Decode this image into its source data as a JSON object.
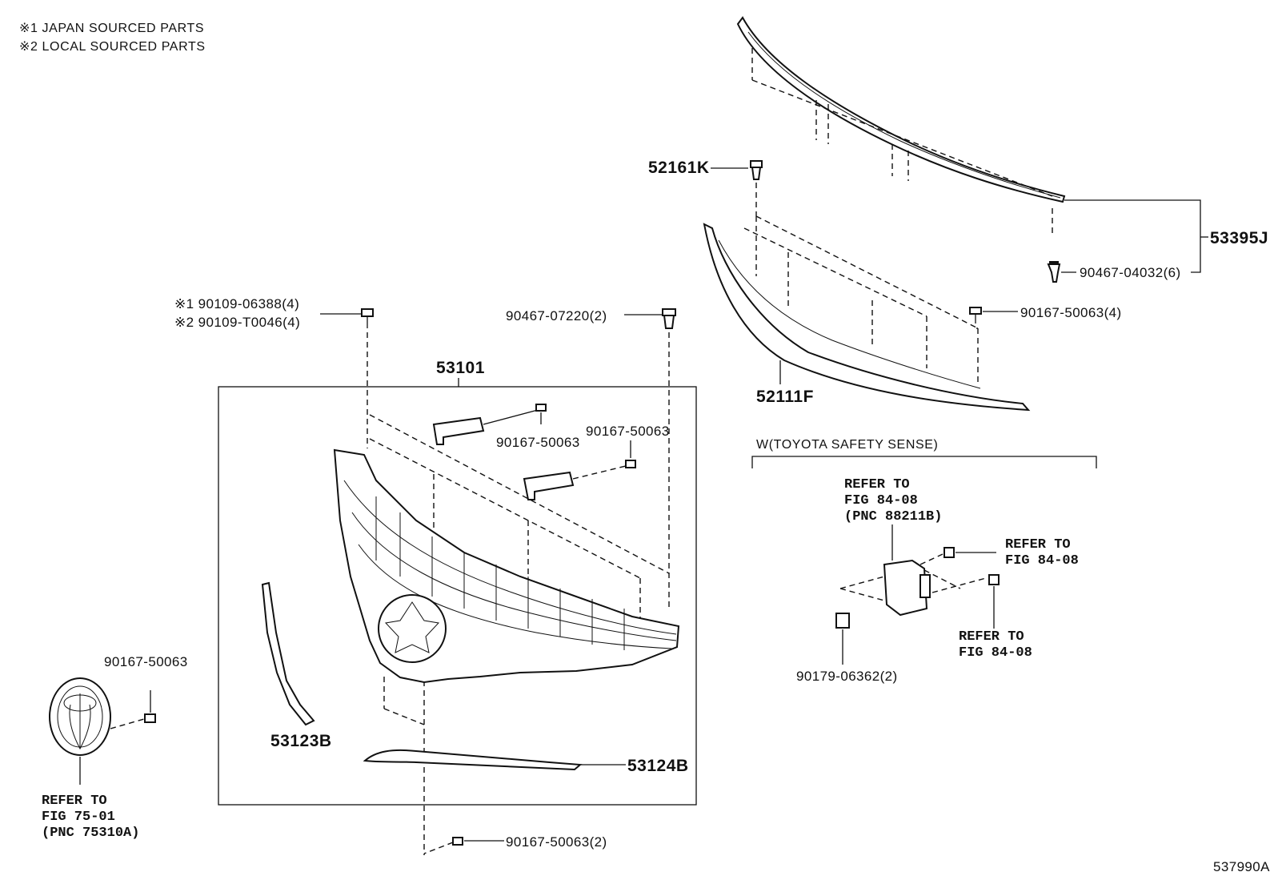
{
  "notes": {
    "note1": "※1 JAPAN SOURCED PARTS",
    "note2": "※2 LOCAL SOURCED PARTS"
  },
  "labels": {
    "p53395J": "53395J",
    "p90467_04032": "90467-04032(6)",
    "p52161K": "52161K",
    "p90167_50063_4": "90167-50063(4)",
    "p52111F": "52111F",
    "p90109_06388": "※1 90109-06388(4)",
    "p90109_T0046": "※2 90109-T0046(4)",
    "p90467_07220": "90467-07220(2)",
    "p53101": "53101",
    "p90167_50063_a": "90167-50063",
    "p90167_50063_b": "90167-50063",
    "p53123B": "53123B",
    "p53124B": "53124B",
    "p90167_50063_c": "90167-50063",
    "p90167_50063_2": "90167-50063(2)",
    "p90179_06362": "90179-06362(2)"
  },
  "safety_sense": {
    "title": "W(TOYOTA SAFETY SENSE)",
    "ref1": [
      "REFER TO",
      "FIG 84-08",
      "(PNC 88211B)"
    ],
    "ref2": [
      "REFER TO",
      "FIG 84-08"
    ],
    "ref3": [
      "REFER TO",
      "FIG 84-08"
    ]
  },
  "emblem_ref": [
    "REFER TO",
    "FIG 75-01",
    "(PNC 75310A)"
  ],
  "illustration_id": "537990A"
}
